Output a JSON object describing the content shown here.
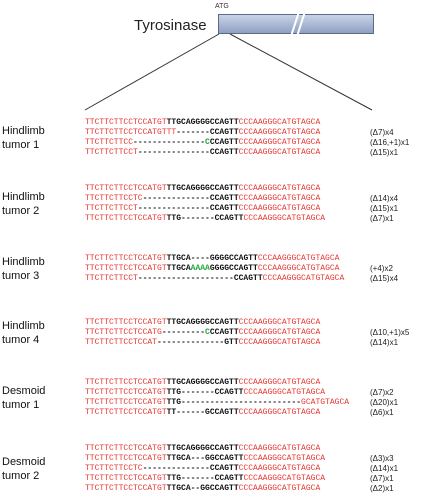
{
  "gene": {
    "title": "Tyrosinase",
    "atg_label": "ATG"
  },
  "groups": [
    {
      "label_lines": [
        "Hindlimb",
        "tumor 1"
      ],
      "rows": [
        {
          "segs": [
            [
              "r",
              "TTCTTCTTCCTCCATGT"
            ],
            [
              "k",
              "TTGCAGGGGCCAGTT"
            ],
            [
              "r",
              "CCCAAGGGCATGTAGCA"
            ]
          ],
          "mut": ""
        },
        {
          "segs": [
            [
              "r",
              "TTCTTCTTCCTCCATGTTT"
            ],
            [
              "k",
              "-------CCAGTT"
            ],
            [
              "r",
              "CCCAAGGGCATGTAGCA"
            ]
          ],
          "mut": "(Δ7)x4"
        },
        {
          "segs": [
            [
              "r",
              "TTCTTCTTCC"
            ],
            [
              "k",
              "---------------"
            ],
            [
              "g",
              "C"
            ],
            [
              "k",
              "CCAGTT"
            ],
            [
              "r",
              "CCCAAGGGCATGTAGCA"
            ]
          ],
          "mut": "(Δ16,+1)x1"
        },
        {
          "segs": [
            [
              "r",
              "TTCTTCTTCCT"
            ],
            [
              "k",
              "---------------CCAGTT"
            ],
            [
              "r",
              "CCCAAGGGCATGTAGCA"
            ]
          ],
          "mut": "(Δ15)x1"
        }
      ]
    },
    {
      "label_lines": [
        "Hindlimb",
        "tumor 2"
      ],
      "rows": [
        {
          "segs": [
            [
              "r",
              "TTCTTCTTCCTCCATGT"
            ],
            [
              "k",
              "TTGCAGGGGCCAGTT"
            ],
            [
              "r",
              "CCCAAGGGCATGTAGCA"
            ]
          ],
          "mut": ""
        },
        {
          "segs": [
            [
              "r",
              "TTCTTCTTCCTC"
            ],
            [
              "k",
              "--------------CCAGTT"
            ],
            [
              "r",
              "CCCAAGGGCATGTAGCA"
            ]
          ],
          "mut": "(Δ14)x4"
        },
        {
          "segs": [
            [
              "r",
              "TTCTTCTTCCT"
            ],
            [
              "k",
              "---------------CCAGTT"
            ],
            [
              "r",
              "CCCAAGGGCATGTAGCA"
            ]
          ],
          "mut": "(Δ15)x1"
        },
        {
          "segs": [
            [
              "r",
              "TTCTTCTTCCTCCATGT"
            ],
            [
              "k",
              "TTG-------CCAGTT"
            ],
            [
              "r",
              "CCCAAGGGCATGTAGCA"
            ]
          ],
          "mut": "(Δ7)x1"
        }
      ]
    },
    {
      "label_lines": [
        "Hindlimb",
        "tumor 3"
      ],
      "rows": [
        {
          "segs": [
            [
              "r",
              "TTCTTCTTCCTCCATGT"
            ],
            [
              "k",
              "TTGCA----GGGGCCAGTT"
            ],
            [
              "r",
              "CCCAAGGGCATGTAGCA"
            ]
          ],
          "mut": ""
        },
        {
          "segs": [
            [
              "r",
              "TTCTTCTTCCTCCATGT"
            ],
            [
              "k",
              "TTGCA"
            ],
            [
              "g",
              "AAAA"
            ],
            [
              "k",
              "GGGGCCAGTT"
            ],
            [
              "r",
              "CCCAAGGGCATGTAGCA"
            ]
          ],
          "mut": "(+4)x2"
        },
        {
          "segs": [
            [
              "r",
              "TTCTTCTTCCT"
            ],
            [
              "k",
              "--------------------CCAGTT"
            ],
            [
              "r",
              "CCCAAGGGCATGTAGCA"
            ]
          ],
          "mut": "(Δ15)x4"
        }
      ]
    },
    {
      "label_lines": [
        "Hindlimb",
        "tumor 4"
      ],
      "rows": [
        {
          "segs": [
            [
              "r",
              "TTCTTCTTCCTCCATGT"
            ],
            [
              "k",
              "TTGCAGGGGCCAGTT"
            ],
            [
              "r",
              "CCCAAGGGCATGTAGCA"
            ]
          ],
          "mut": ""
        },
        {
          "segs": [
            [
              "r",
              "TTCTTCTTCCTCCATG"
            ],
            [
              "k",
              "---------"
            ],
            [
              "g",
              "C"
            ],
            [
              "k",
              "CCAGTT"
            ],
            [
              "r",
              "CCCAAGGGCATGTAGCA"
            ]
          ],
          "mut": "(Δ10,+1)x5"
        },
        {
          "segs": [
            [
              "r",
              "TTCTTCTTCCTCCAT"
            ],
            [
              "k",
              "--------------GTT"
            ],
            [
              "r",
              "CCCAAGGGCATGTAGCA"
            ]
          ],
          "mut": "(Δ14)x1"
        }
      ]
    },
    {
      "label_lines": [
        "Desmoid",
        "tumor 1"
      ],
      "rows": [
        {
          "segs": [
            [
              "r",
              "TTCTTCTTCCTCCATGT"
            ],
            [
              "k",
              "TTGCAGGGGCCAGTT"
            ],
            [
              "r",
              "CCCAAGGGCATGTAGCA"
            ]
          ],
          "mut": ""
        },
        {
          "segs": [
            [
              "r",
              "TTCTTCTTCCTCCATGT"
            ],
            [
              "k",
              "TTG-------CCAGTT"
            ],
            [
              "r",
              "CCCAAGGGCATGTAGCA"
            ]
          ],
          "mut": "(Δ7)x2"
        },
        {
          "segs": [
            [
              "r",
              "TTCTTCTTCCTCCATGT"
            ],
            [
              "k",
              "TTG-------------------------"
            ],
            [
              "r",
              "GCATGTAGCA"
            ]
          ],
          "mut": "(Δ20)x1"
        },
        {
          "segs": [
            [
              "r",
              "TTCTTCTTCCTCCATGT"
            ],
            [
              "k",
              "TT------GCCAGTT"
            ],
            [
              "r",
              "CCCAAGGGCATGTAGCA"
            ]
          ],
          "mut": "(Δ6)x1"
        }
      ]
    },
    {
      "label_lines": [
        "Desmoid",
        "tumor 2"
      ],
      "rows": [
        {
          "segs": [
            [
              "r",
              "TTCTTCTTCCTCCATGT"
            ],
            [
              "k",
              "TTGCAGGGGCCAGTT"
            ],
            [
              "r",
              "CCCAAGGGCATGTAGCA"
            ]
          ],
          "mut": ""
        },
        {
          "segs": [
            [
              "r",
              "TTCTTCTTCCTCCATGT"
            ],
            [
              "k",
              "TTGCA---GGCCAGTT"
            ],
            [
              "r",
              "CCCAAGGGCATGTAGCA"
            ]
          ],
          "mut": "(Δ3)x3"
        },
        {
          "segs": [
            [
              "r",
              "TTCTTCTTCCTC"
            ],
            [
              "k",
              "--------------CCAGTT"
            ],
            [
              "r",
              "CCCAAGGGCATGTAGCA"
            ]
          ],
          "mut": "(Δ14)x1"
        },
        {
          "segs": [
            [
              "r",
              "TTCTTCTTCCTCCATGT"
            ],
            [
              "k",
              "TTG-------CCAGTT"
            ],
            [
              "r",
              "CCCAAGGGCATGTAGCA"
            ]
          ],
          "mut": "(Δ7)x1"
        },
        {
          "segs": [
            [
              "r",
              "TTCTTCTTCCTCCATGT"
            ],
            [
              "k",
              "TTGCA--GGCCAGTT"
            ],
            [
              "r",
              "CCCAAGGGCATGTAGCA"
            ]
          ],
          "mut": "(Δ2)x1"
        }
      ]
    }
  ]
}
